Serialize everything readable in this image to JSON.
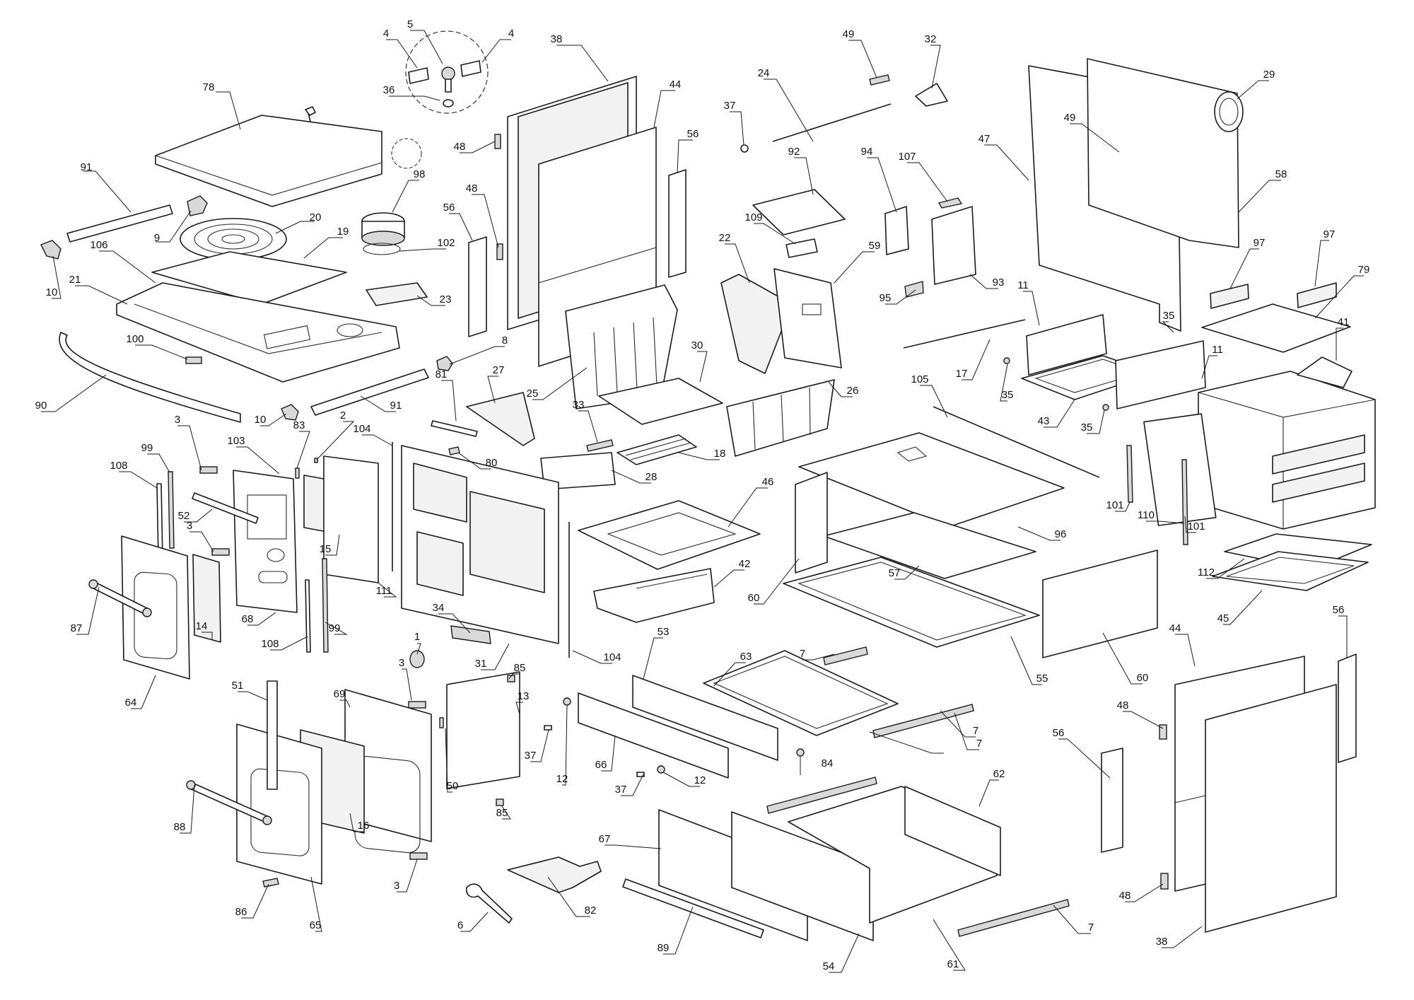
{
  "diagram": {
    "labels": [
      {
        "id": "lbl-1",
        "text": "4"
      },
      {
        "id": "lbl-2",
        "text": "5"
      },
      {
        "id": "lbl-3",
        "text": "4"
      },
      {
        "id": "lbl-4",
        "text": "36"
      },
      {
        "id": "lbl-5",
        "text": "78"
      },
      {
        "id": "lbl-6",
        "text": "91"
      },
      {
        "id": "lbl-7",
        "text": "9"
      },
      {
        "id": "lbl-8",
        "text": "10"
      },
      {
        "id": "lbl-9",
        "text": "20"
      },
      {
        "id": "lbl-10",
        "text": "98"
      },
      {
        "id": "lbl-11",
        "text": "19"
      },
      {
        "id": "lbl-12",
        "text": "102"
      },
      {
        "id": "lbl-13",
        "text": "106"
      },
      {
        "id": "lbl-14",
        "text": "21"
      },
      {
        "id": "lbl-15",
        "text": "23"
      },
      {
        "id": "lbl-16",
        "text": "100"
      },
      {
        "id": "lbl-17",
        "text": "8"
      },
      {
        "id": "lbl-18",
        "text": "90"
      },
      {
        "id": "lbl-19",
        "text": "10"
      },
      {
        "id": "lbl-20",
        "text": "91"
      },
      {
        "id": "lbl-21",
        "text": "38"
      },
      {
        "id": "lbl-22",
        "text": "44"
      },
      {
        "id": "lbl-23",
        "text": "48"
      },
      {
        "id": "lbl-24",
        "text": "48"
      },
      {
        "id": "lbl-25",
        "text": "56"
      },
      {
        "id": "lbl-26",
        "text": "56"
      },
      {
        "id": "lbl-27",
        "text": "37"
      },
      {
        "id": "lbl-28",
        "text": "24"
      },
      {
        "id": "lbl-29",
        "text": "49"
      },
      {
        "id": "lbl-30",
        "text": "32"
      },
      {
        "id": "lbl-31",
        "text": "92"
      },
      {
        "id": "lbl-32",
        "text": "94"
      },
      {
        "id": "lbl-33",
        "text": "107"
      },
      {
        "id": "lbl-34",
        "text": "109"
      },
      {
        "id": "lbl-35",
        "text": "22"
      },
      {
        "id": "lbl-36",
        "text": "59"
      },
      {
        "id": "lbl-37",
        "text": "93"
      },
      {
        "id": "lbl-38",
        "text": "95"
      },
      {
        "id": "lbl-39",
        "text": "25"
      },
      {
        "id": "lbl-40",
        "text": "30"
      },
      {
        "id": "lbl-41",
        "text": "26"
      },
      {
        "id": "lbl-42",
        "text": "27"
      },
      {
        "id": "lbl-43",
        "text": "81"
      },
      {
        "id": "lbl-44",
        "text": "33"
      },
      {
        "id": "lbl-45",
        "text": "18"
      },
      {
        "id": "lbl-46",
        "text": "80"
      },
      {
        "id": "lbl-47",
        "text": "28"
      },
      {
        "id": "lbl-48",
        "text": "47"
      },
      {
        "id": "lbl-49",
        "text": "49"
      },
      {
        "id": "lbl-50",
        "text": "29"
      },
      {
        "id": "lbl-51",
        "text": "58"
      },
      {
        "id": "lbl-52",
        "text": "11"
      },
      {
        "id": "lbl-53",
        "text": "97"
      },
      {
        "id": "lbl-54",
        "text": "97"
      },
      {
        "id": "lbl-55",
        "text": "79"
      },
      {
        "id": "lbl-56",
        "text": "17"
      },
      {
        "id": "lbl-57",
        "text": "35"
      },
      {
        "id": "lbl-58",
        "text": "35"
      },
      {
        "id": "lbl-59",
        "text": "11"
      },
      {
        "id": "lbl-60",
        "text": "41"
      },
      {
        "id": "lbl-61",
        "text": "43"
      },
      {
        "id": "lbl-62",
        "text": "35"
      },
      {
        "id": "lbl-63",
        "text": "105"
      },
      {
        "id": "lbl-64",
        "text": "3"
      },
      {
        "id": "lbl-65",
        "text": "99"
      },
      {
        "id": "lbl-66",
        "text": "108"
      },
      {
        "id": "lbl-67",
        "text": "103"
      },
      {
        "id": "lbl-68",
        "text": "83"
      },
      {
        "id": "lbl-69",
        "text": "2"
      },
      {
        "id": "lbl-70",
        "text": "104"
      },
      {
        "id": "lbl-71",
        "text": "52"
      },
      {
        "id": "lbl-72",
        "text": "3"
      },
      {
        "id": "lbl-73",
        "text": "15"
      },
      {
        "id": "lbl-74",
        "text": "87"
      },
      {
        "id": "lbl-75",
        "text": "14"
      },
      {
        "id": "lbl-76",
        "text": "68"
      },
      {
        "id": "lbl-77",
        "text": "108"
      },
      {
        "id": "lbl-78",
        "text": "99"
      },
      {
        "id": "lbl-79",
        "text": "111"
      },
      {
        "id": "lbl-80",
        "text": "64"
      },
      {
        "id": "lbl-81",
        "text": "46"
      },
      {
        "id": "lbl-82",
        "text": "42"
      },
      {
        "id": "lbl-83",
        "text": "34"
      },
      {
        "id": "lbl-84",
        "text": "31"
      },
      {
        "id": "lbl-85",
        "text": "104"
      },
      {
        "id": "lbl-86",
        "text": "96"
      },
      {
        "id": "lbl-87",
        "text": "101"
      },
      {
        "id": "lbl-88",
        "text": "110"
      },
      {
        "id": "lbl-89",
        "text": "101"
      },
      {
        "id": "lbl-90",
        "text": "60"
      },
      {
        "id": "lbl-91",
        "text": "57"
      },
      {
        "id": "lbl-92",
        "text": "112"
      },
      {
        "id": "lbl-93",
        "text": "45"
      },
      {
        "id": "lbl-94",
        "text": "55"
      },
      {
        "id": "lbl-95",
        "text": "60"
      },
      {
        "id": "lbl-96",
        "text": "56"
      },
      {
        "id": "lbl-97",
        "text": "44"
      },
      {
        "id": "lbl-98",
        "text": "1"
      },
      {
        "id": "lbl-99",
        "text": "3"
      },
      {
        "id": "lbl-100",
        "text": "85"
      },
      {
        "id": "lbl-101",
        "text": "13"
      },
      {
        "id": "lbl-102",
        "text": "37"
      },
      {
        "id": "lbl-103",
        "text": "12"
      },
      {
        "id": "lbl-104",
        "text": "51"
      },
      {
        "id": "lbl-105",
        "text": "69"
      },
      {
        "id": "lbl-106",
        "text": "53"
      },
      {
        "id": "lbl-107",
        "text": "63"
      },
      {
        "id": "lbl-108",
        "text": "7"
      },
      {
        "id": "lbl-109",
        "text": "66"
      },
      {
        "id": "lbl-110",
        "text": "50"
      },
      {
        "id": "lbl-111",
        "text": "84"
      },
      {
        "id": "lbl-112",
        "text": "7"
      },
      {
        "id": "lbl-113",
        "text": "37"
      },
      {
        "id": "lbl-114",
        "text": "12"
      },
      {
        "id": "lbl-115",
        "text": "88"
      },
      {
        "id": "lbl-116",
        "text": "16"
      },
      {
        "id": "lbl-117",
        "text": "85"
      },
      {
        "id": "lbl-118",
        "text": "62"
      },
      {
        "id": "lbl-119",
        "text": "48"
      },
      {
        "id": "lbl-120",
        "text": "56"
      },
      {
        "id": "lbl-121",
        "text": "67"
      },
      {
        "id": "lbl-122",
        "text": "3"
      },
      {
        "id": "lbl-123",
        "text": "86"
      },
      {
        "id": "lbl-124",
        "text": "65"
      },
      {
        "id": "lbl-125",
        "text": "6"
      },
      {
        "id": "lbl-126",
        "text": "82"
      },
      {
        "id": "lbl-127",
        "text": "89"
      },
      {
        "id": "lbl-128",
        "text": "54"
      },
      {
        "id": "lbl-129",
        "text": "61"
      },
      {
        "id": "lbl-130",
        "text": "7"
      },
      {
        "id": "lbl-131",
        "text": "48"
      },
      {
        "id": "lbl-132",
        "text": "38"
      },
      {
        "id": "lbl-133",
        "text": "7"
      }
    ]
  }
}
